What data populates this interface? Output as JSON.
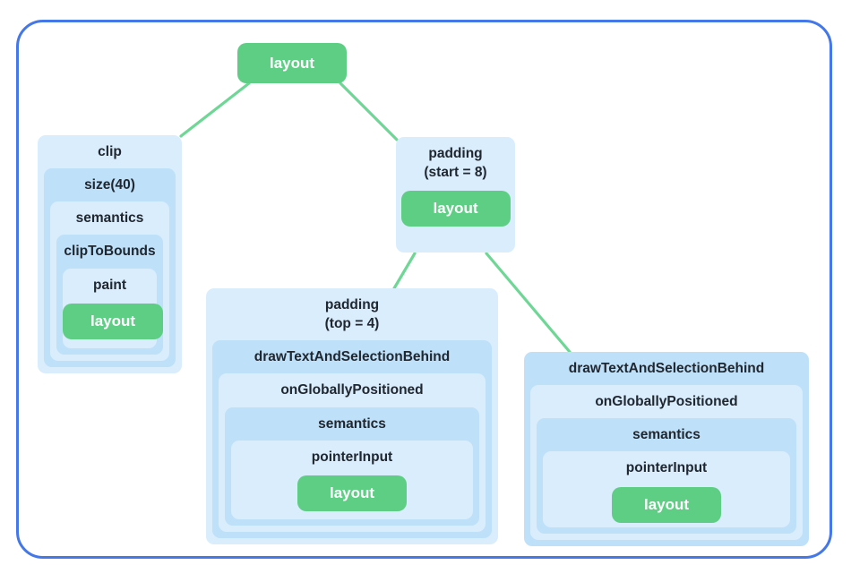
{
  "diagram": {
    "colors": {
      "frame_border": "#4477e8",
      "box_light": "#d9edfd",
      "box_medium": "#bee0f8",
      "node_green": "#5fce85",
      "edge_green": "#6fd795",
      "text": "#212730"
    },
    "root": {
      "label": "layout"
    },
    "clip": {
      "levels": [
        "clip",
        "size(40)",
        "semantics",
        "clipToBounds",
        "paint"
      ],
      "leaf": "layout"
    },
    "padding_start": {
      "title_line1": "padding",
      "title_line2": "(start = 8)",
      "leaf": "layout"
    },
    "padding_top": {
      "title_line1": "padding",
      "title_line2": "(top = 4)",
      "levels": [
        "drawTextAndSelectionBehind",
        "onGloballyPositioned",
        "semantics",
        "pointerInput"
      ],
      "leaf": "layout"
    },
    "draw_text": {
      "levels": [
        "drawTextAndSelectionBehind",
        "onGloballyPositioned",
        "semantics",
        "pointerInput"
      ],
      "leaf": "layout"
    },
    "edges": [
      {
        "from": "layout",
        "to": "clip"
      },
      {
        "from": "layout",
        "to": "padding (start = 8)"
      },
      {
        "from": "padding (start = 8) layout",
        "to": "padding (top = 4)"
      },
      {
        "from": "padding (start = 8) layout",
        "to": "drawTextAndSelectionBehind"
      }
    ]
  }
}
